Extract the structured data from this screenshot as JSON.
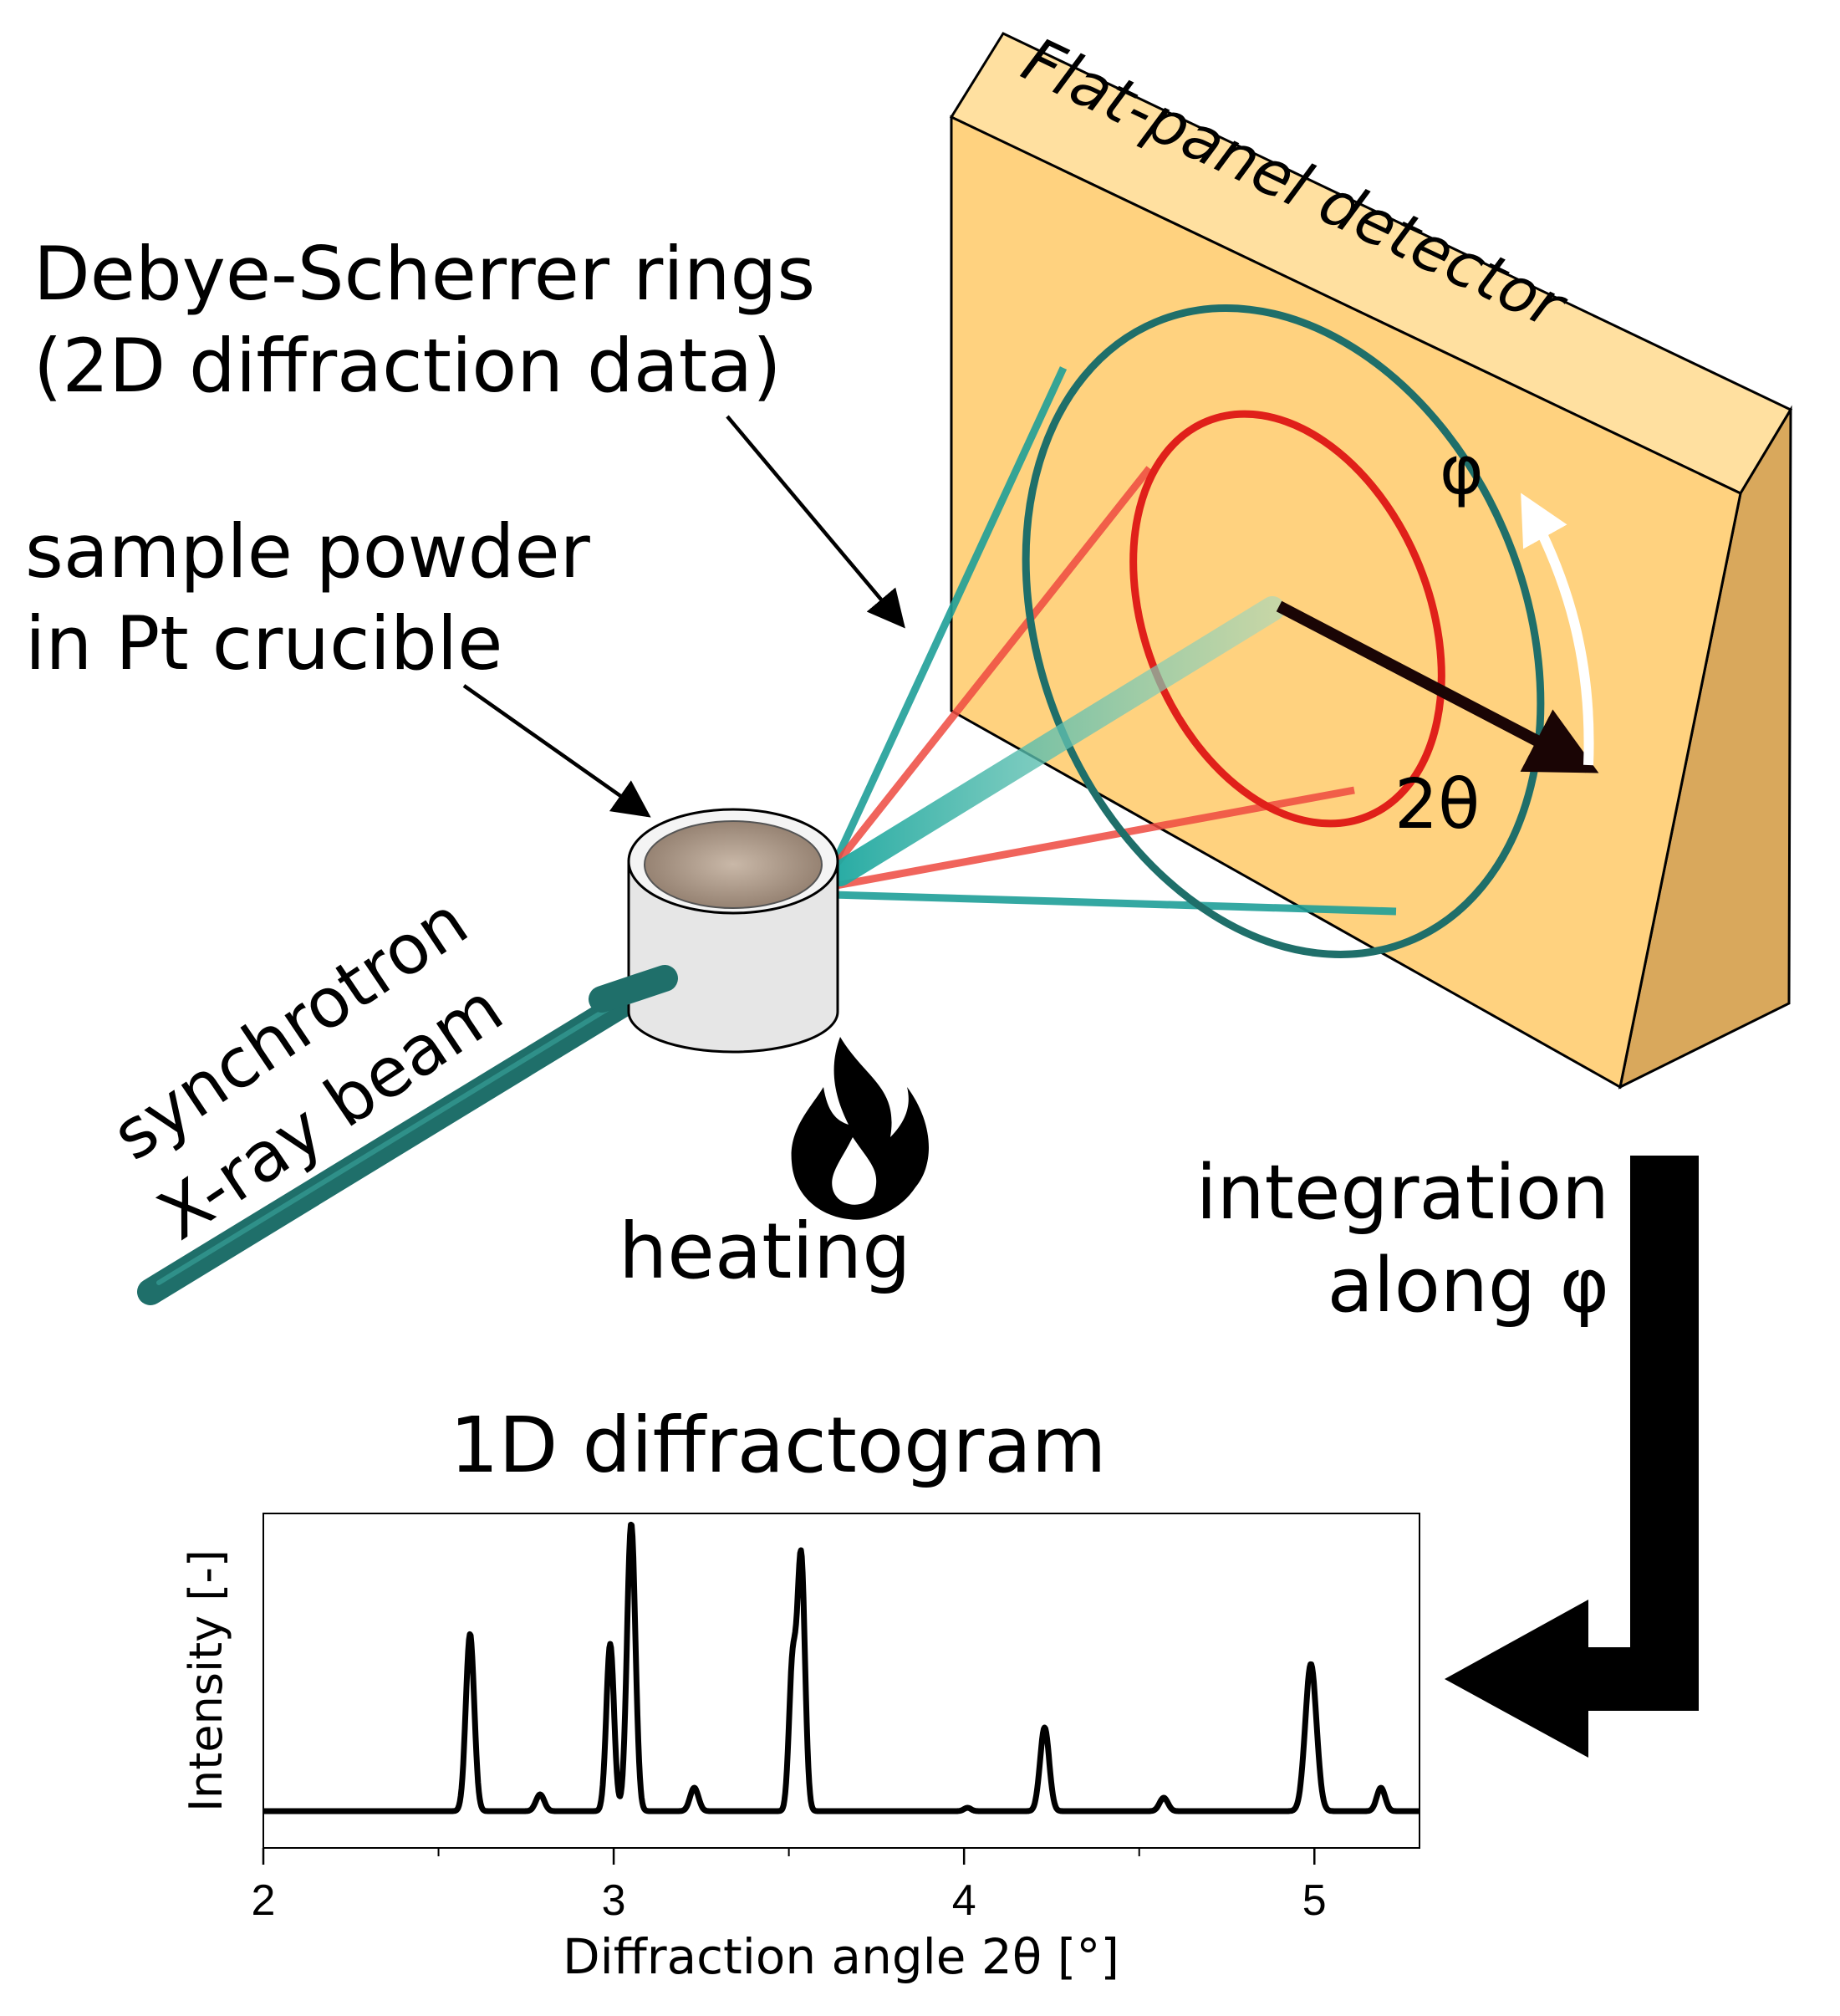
{
  "labels": {
    "detector": "Flat-panel detector",
    "rings_line1": "Debye-Scherrer rings",
    "rings_line2": "(2D diffraction data)",
    "sample_line1": "sample powder",
    "sample_line2": "in Pt crucible",
    "beam_line1": "synchrotron",
    "beam_line2": "X-ray beam",
    "heating": "heating",
    "phi": "φ",
    "two_theta": "2θ",
    "integration_line1": "integration",
    "integration_line2": "along φ",
    "diffractogram_title": "1D diffractogram"
  },
  "colors": {
    "detector_front": "#ffd27f",
    "detector_top": "#ffe0a0",
    "detector_side": "#d9a85c",
    "outer_ring": "#1f6f6a",
    "inner_ring": "#e0201a",
    "beam": "#1f6f6a",
    "arrow": "#000000"
  },
  "chart_data": {
    "type": "line",
    "title": "",
    "xlabel": "Diffraction angle 2θ [°]",
    "ylabel": "Intensity [-]",
    "xlim": [
      2.0,
      5.3
    ],
    "ylim": [
      0,
      1.0
    ],
    "x_ticks": [
      "2",
      "3",
      "4",
      "5"
    ],
    "x_tick_values": [
      2,
      3,
      4,
      5
    ],
    "baseline": 0.11,
    "peaks": [
      {
        "x": 2.59,
        "height": 0.53,
        "width": 0.012
      },
      {
        "x": 2.79,
        "height": 0.05,
        "width": 0.012
      },
      {
        "x": 2.99,
        "height": 0.5,
        "width": 0.011
      },
      {
        "x": 3.05,
        "height": 0.86,
        "width": 0.012
      },
      {
        "x": 3.23,
        "height": 0.07,
        "width": 0.012
      },
      {
        "x": 3.51,
        "height": 0.42,
        "width": 0.01
      },
      {
        "x": 3.535,
        "height": 0.76,
        "width": 0.011
      },
      {
        "x": 4.01,
        "height": 0.01,
        "width": 0.01
      },
      {
        "x": 4.23,
        "height": 0.25,
        "width": 0.013
      },
      {
        "x": 4.57,
        "height": 0.04,
        "width": 0.012
      },
      {
        "x": 4.99,
        "height": 0.44,
        "width": 0.016
      },
      {
        "x": 5.19,
        "height": 0.07,
        "width": 0.012
      }
    ]
  }
}
